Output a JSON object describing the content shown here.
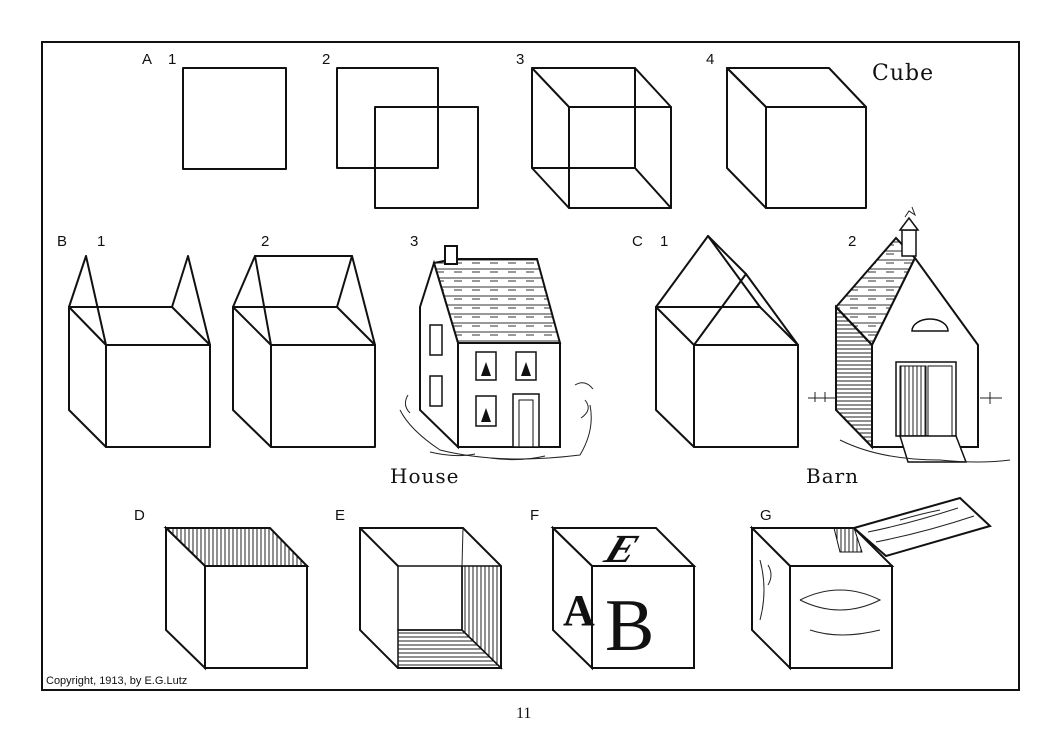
{
  "title": "Cube",
  "labels": {
    "A": "A",
    "A1": "1",
    "A2": "2",
    "A3": "3",
    "A4": "4",
    "B": "B",
    "B1": "1",
    "B2": "2",
    "B3": "3",
    "C": "C",
    "C1": "1",
    "C2": "2",
    "D": "D",
    "E": "E",
    "F": "F",
    "G": "G"
  },
  "captions": {
    "house": "House",
    "barn": "Barn"
  },
  "block_letters": {
    "top": "E",
    "left": "A",
    "front": "B"
  },
  "copyright": "Copyright, 1913, by E.G.Lutz",
  "page_number": "11"
}
